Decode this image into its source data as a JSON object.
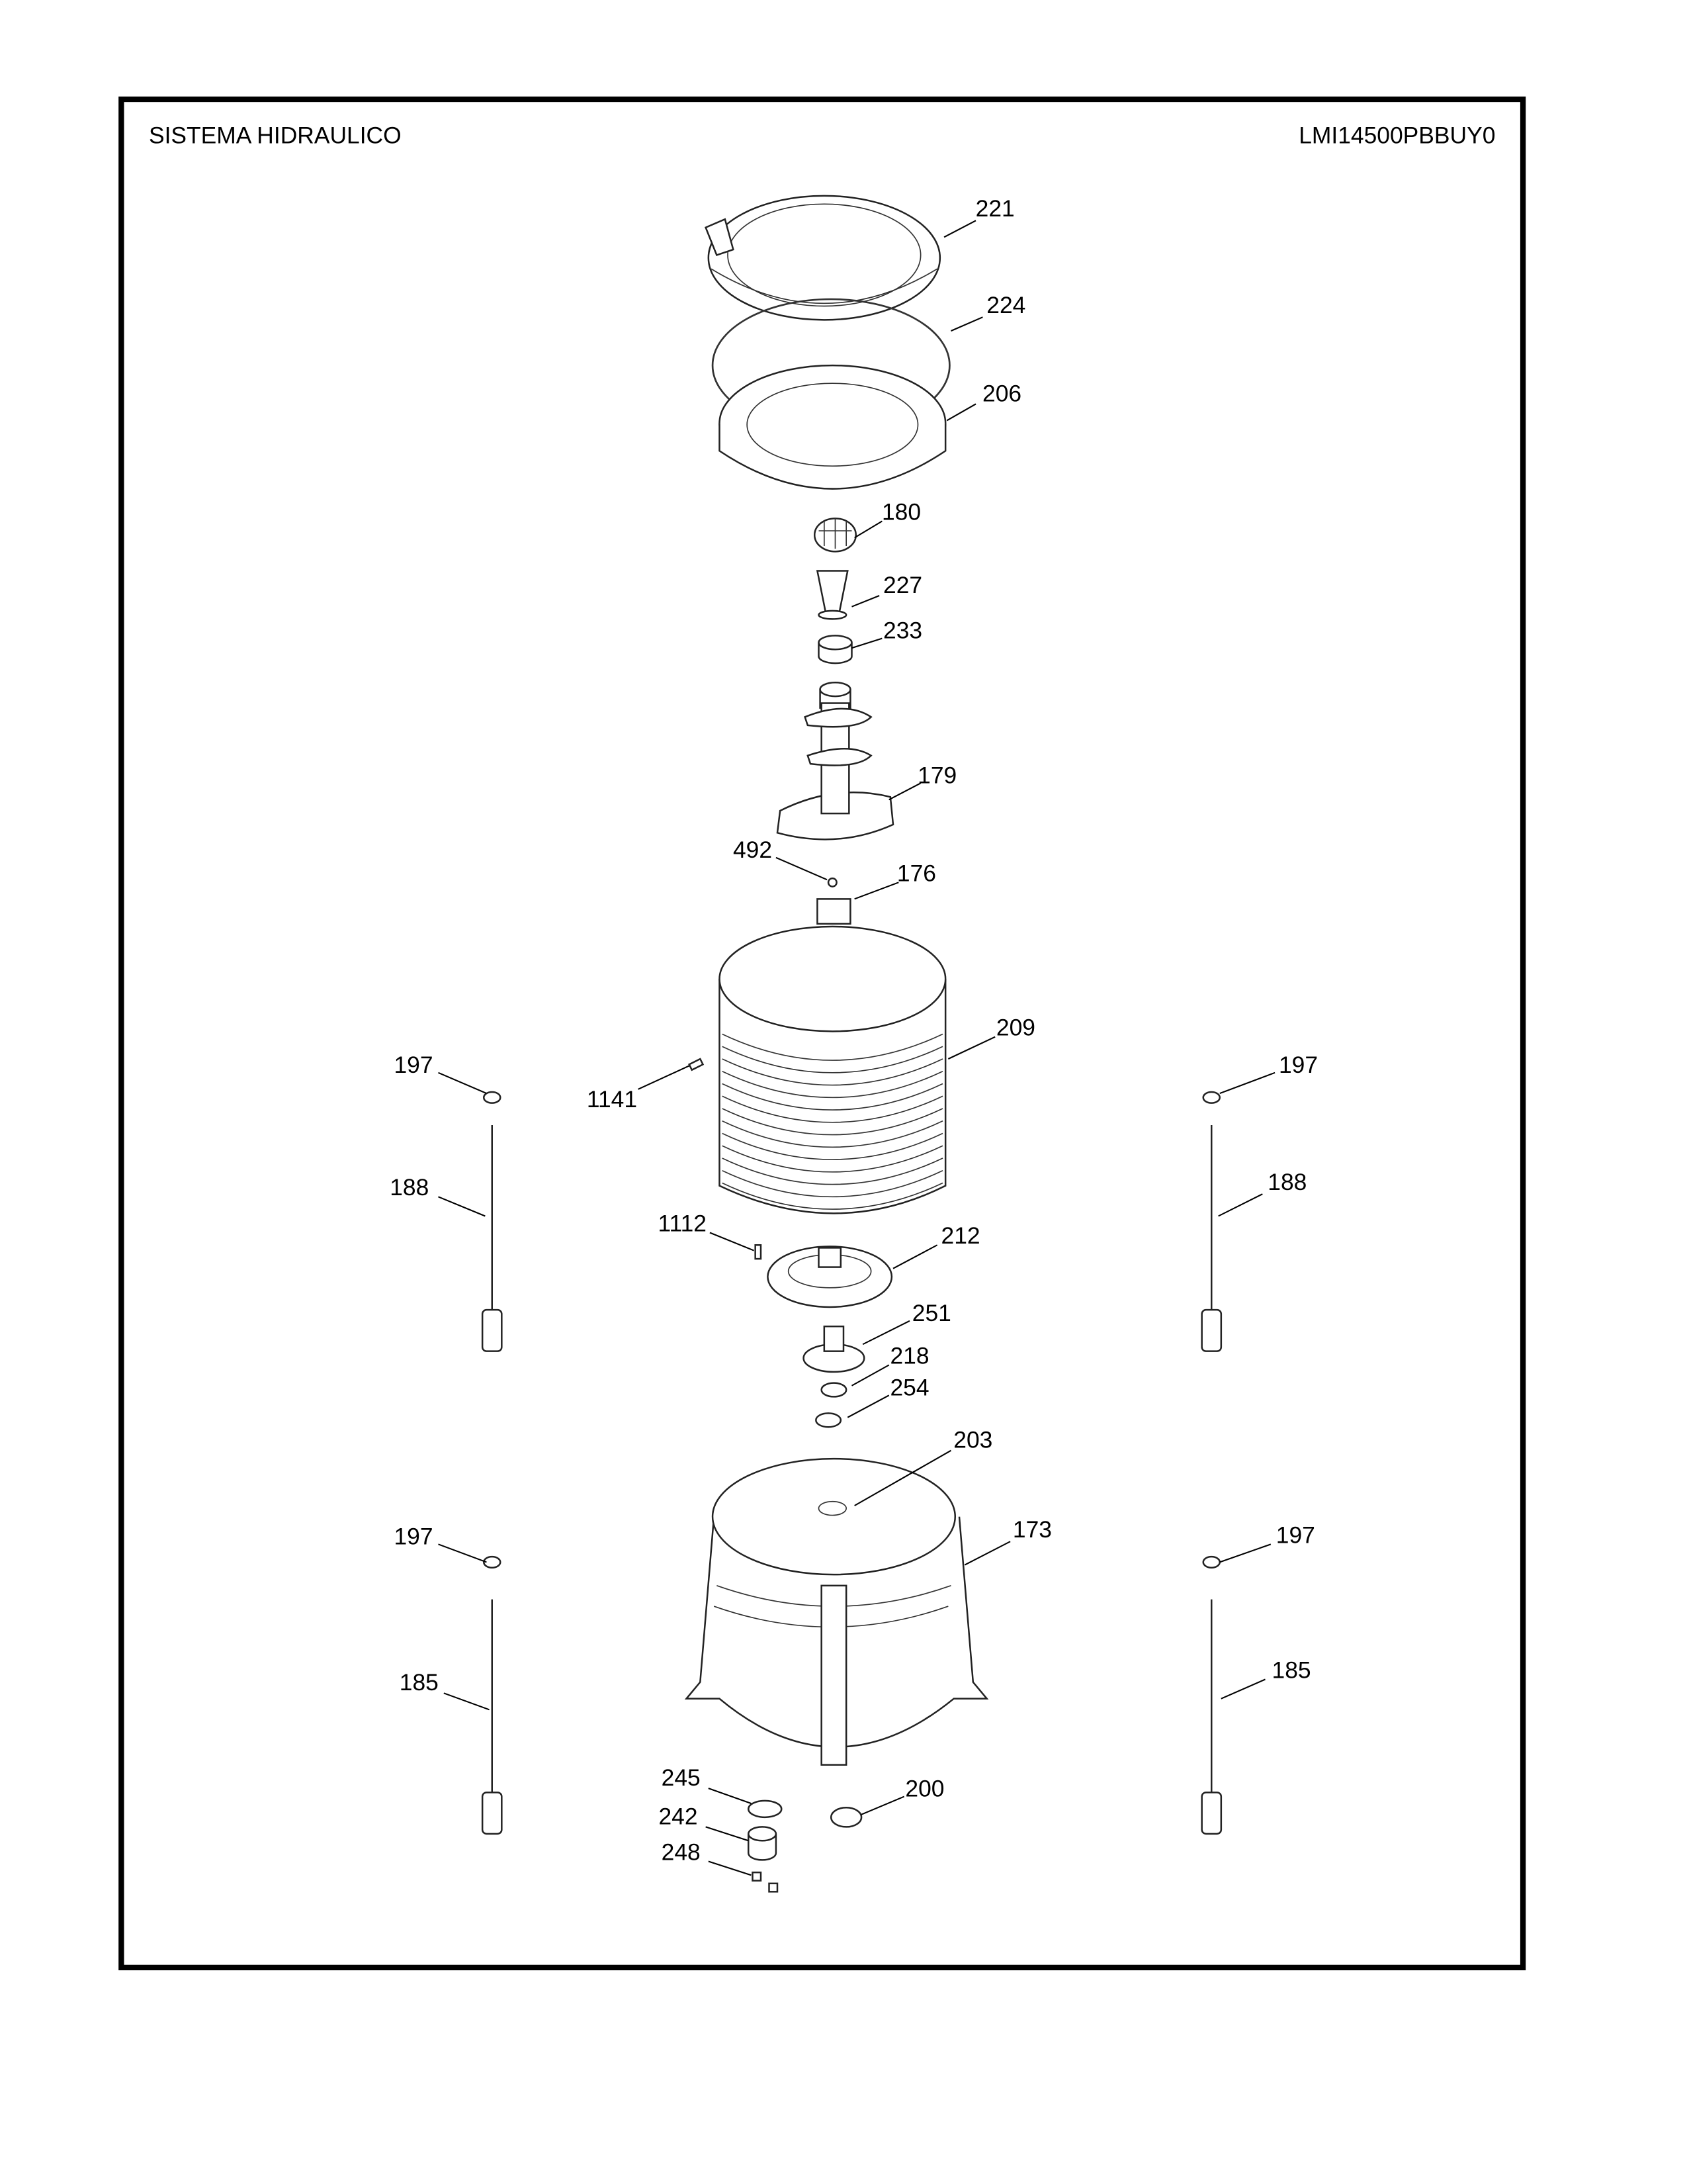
{
  "header": {
    "title": "SISTEMA HIDRAULICO",
    "model": "LMI14500PBBUY0"
  },
  "callouts": [
    "221",
    "224",
    "206",
    "180",
    "227",
    "233",
    "179",
    "492",
    "176",
    "209",
    "1141",
    "197",
    "197",
    "188",
    "188",
    "1112",
    "212",
    "251",
    "218",
    "254",
    "203",
    "173",
    "197",
    "197",
    "185",
    "185",
    "245",
    "242",
    "248",
    "200"
  ]
}
